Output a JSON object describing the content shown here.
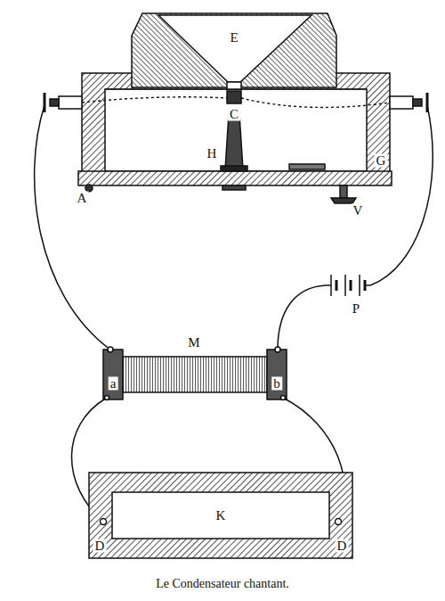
{
  "diagram": {
    "caption": "Le Condensateur chantant.",
    "labels": [
      "E",
      "C",
      "H",
      "A",
      "G",
      "V",
      "P",
      "M",
      "a",
      "b",
      "K",
      "D",
      "D"
    ]
  }
}
